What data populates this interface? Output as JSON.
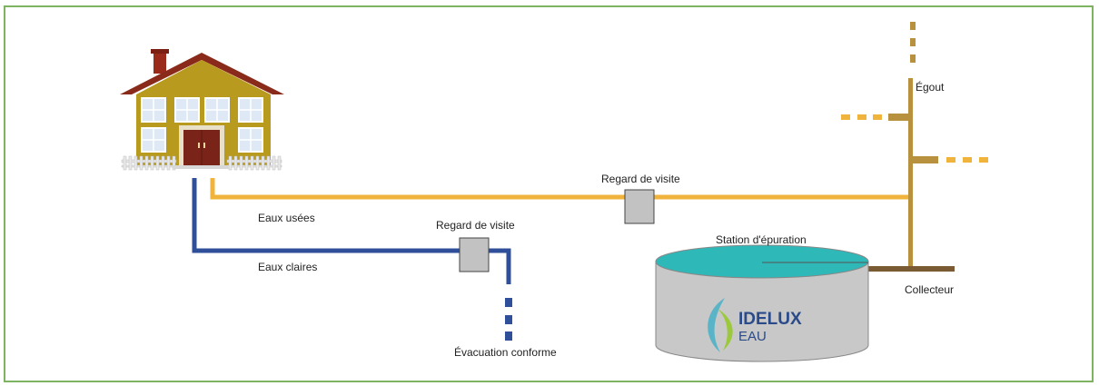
{
  "labels": {
    "egout": "Égout",
    "regard_top": "Regard de visite",
    "eaux_usees": "Eaux usées",
    "regard_bottom": "Regard de visite",
    "eaux_claires": "Eaux claires",
    "station": "Station d'épuration",
    "collecteur": "Collecteur",
    "evacuation": "Évacuation conforme"
  },
  "logo": {
    "name": "IDELUX",
    "sub": "EAU"
  },
  "colors": {
    "frame": "#7db361",
    "usees_pipe": "#f0b43c",
    "claires_pipe": "#2f4f9a",
    "sewer_pipe": "#b8913f",
    "collector": "#7a5a32",
    "tank_top": "#2fb8b8",
    "tank_body": "#c8c8c8",
    "house_wall": "#b89a1e",
    "house_roof": "#8a2a1a",
    "house_door": "#7a2318"
  }
}
